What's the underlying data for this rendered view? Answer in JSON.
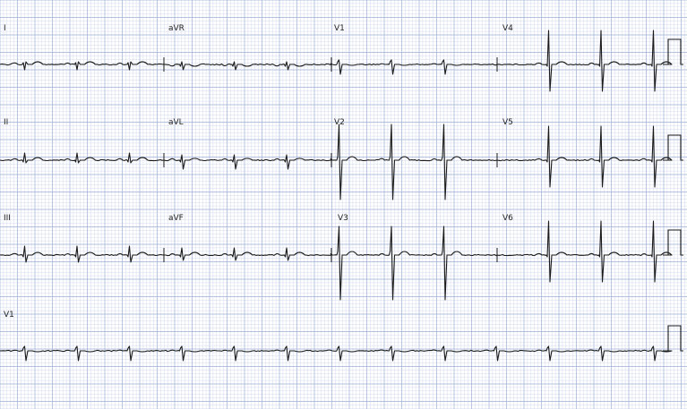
{
  "ecg": {
    "grid": {
      "major_color": "#9fb0d4",
      "minor_color": "#c9d2ea",
      "background": "#ffffff"
    },
    "trace_color": "#1a1a1a",
    "leads": [
      {
        "name": "I"
      },
      {
        "name": "aVR"
      },
      {
        "name": "V1"
      },
      {
        "name": "V4"
      },
      {
        "name": "II"
      },
      {
        "name": "aVL"
      },
      {
        "name": "V2"
      },
      {
        "name": "V5"
      },
      {
        "name": "III"
      },
      {
        "name": "aVF"
      },
      {
        "name": "V3"
      },
      {
        "name": "V6"
      },
      {
        "name": "V1"
      }
    ]
  }
}
